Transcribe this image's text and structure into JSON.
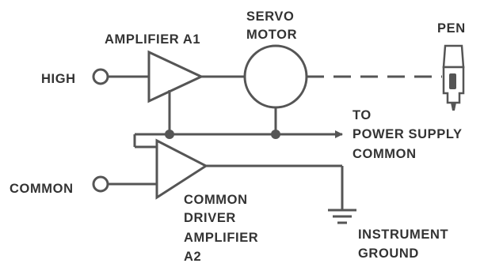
{
  "labels": {
    "amp_a1": "AMPLIFIER A1",
    "servo_1": "SERVO",
    "servo_2": "MOTOR",
    "pen": "PEN",
    "high": "HIGH",
    "common_in": "COMMON",
    "to_1": "TO",
    "to_2": "POWER SUPPLY",
    "to_3": "COMMON",
    "driver_1": "COMMON",
    "driver_2": "DRIVER",
    "driver_3": "AMPLIFIER",
    "driver_4": "A2",
    "ground_1": "INSTRUMENT",
    "ground_2": "GROUND"
  }
}
